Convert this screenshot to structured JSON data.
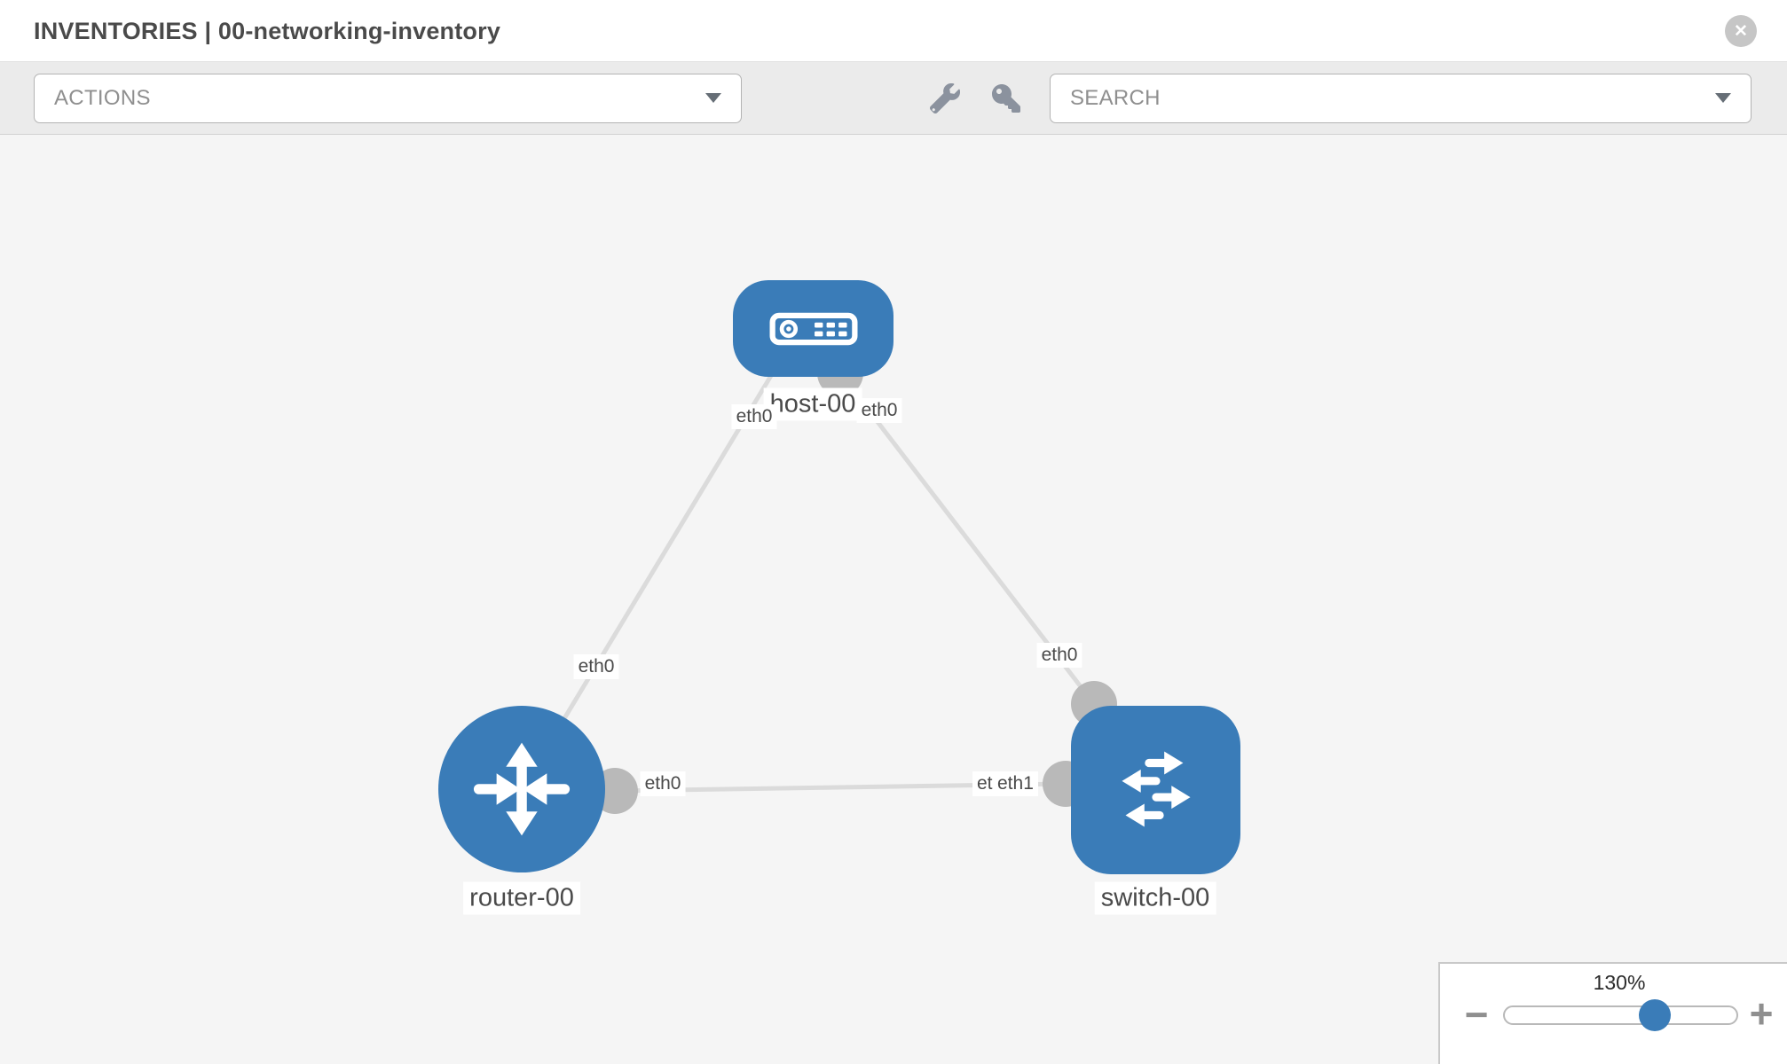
{
  "header": {
    "title": "INVENTORIES | 00-networking-inventory",
    "close_glyph": "✕"
  },
  "toolbar": {
    "actions_label": "ACTIONS",
    "search_label": "SEARCH"
  },
  "topology": {
    "nodes": [
      {
        "id": "host-00",
        "type": "host",
        "label": "host-00"
      },
      {
        "id": "router-00",
        "type": "router",
        "label": "router-00"
      },
      {
        "id": "switch-00",
        "type": "switch",
        "label": "switch-00"
      }
    ],
    "links": [
      {
        "from": "host-00",
        "to": "router-00",
        "from_interface": "eth0",
        "to_interface": "eth0"
      },
      {
        "from": "host-00",
        "to": "switch-00",
        "from_interface": "eth0",
        "to_interface": "eth0"
      },
      {
        "from": "router-00",
        "to": "switch-00",
        "from_interface": "eth0",
        "to_interface": "eth1"
      }
    ],
    "interface_labels": {
      "host_left": "eth0",
      "host_right": "eth0",
      "router_top": "eth0",
      "switch_top": "eth0",
      "router_right": "eth0",
      "switch_left_back": "eth0",
      "switch_left_front": "eth1"
    }
  },
  "zoom_control": {
    "level": "130%",
    "zoom_out_glyph": "−",
    "zoom_in_glyph": "+"
  },
  "colors": {
    "node_blue": "#3a7cb8",
    "link_gray": "#dbdbdb",
    "dot_gray": "#b9b9b9",
    "icon_slate": "#8b929e"
  }
}
